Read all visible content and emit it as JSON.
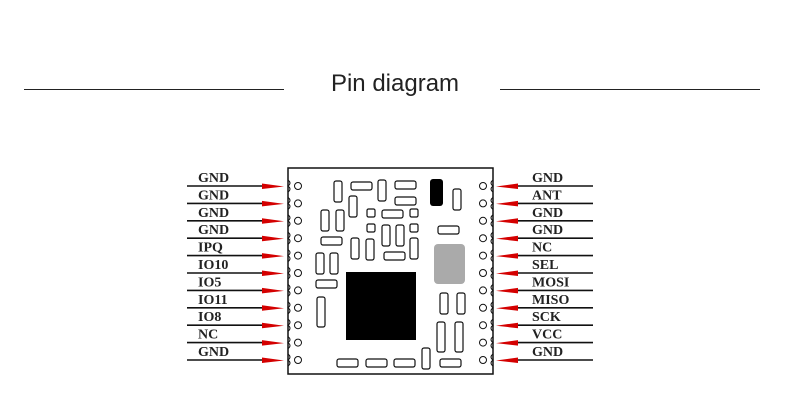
{
  "title": "Pin diagram",
  "colors": {
    "arrow": "#d40000",
    "line": "#111111",
    "chip": "#000000",
    "crystal": "#aaaaaa"
  },
  "pins": {
    "left": [
      "GND",
      "GND",
      "GND",
      "GND",
      "IPQ",
      "IO10",
      "IO5",
      "IO11",
      "IO8",
      "NC",
      "GND"
    ],
    "right": [
      "GND",
      "ANT",
      "GND",
      "GND",
      "NC",
      "SEL",
      "MOSI",
      "MISO",
      "SCK",
      "VCC",
      "GND"
    ]
  }
}
